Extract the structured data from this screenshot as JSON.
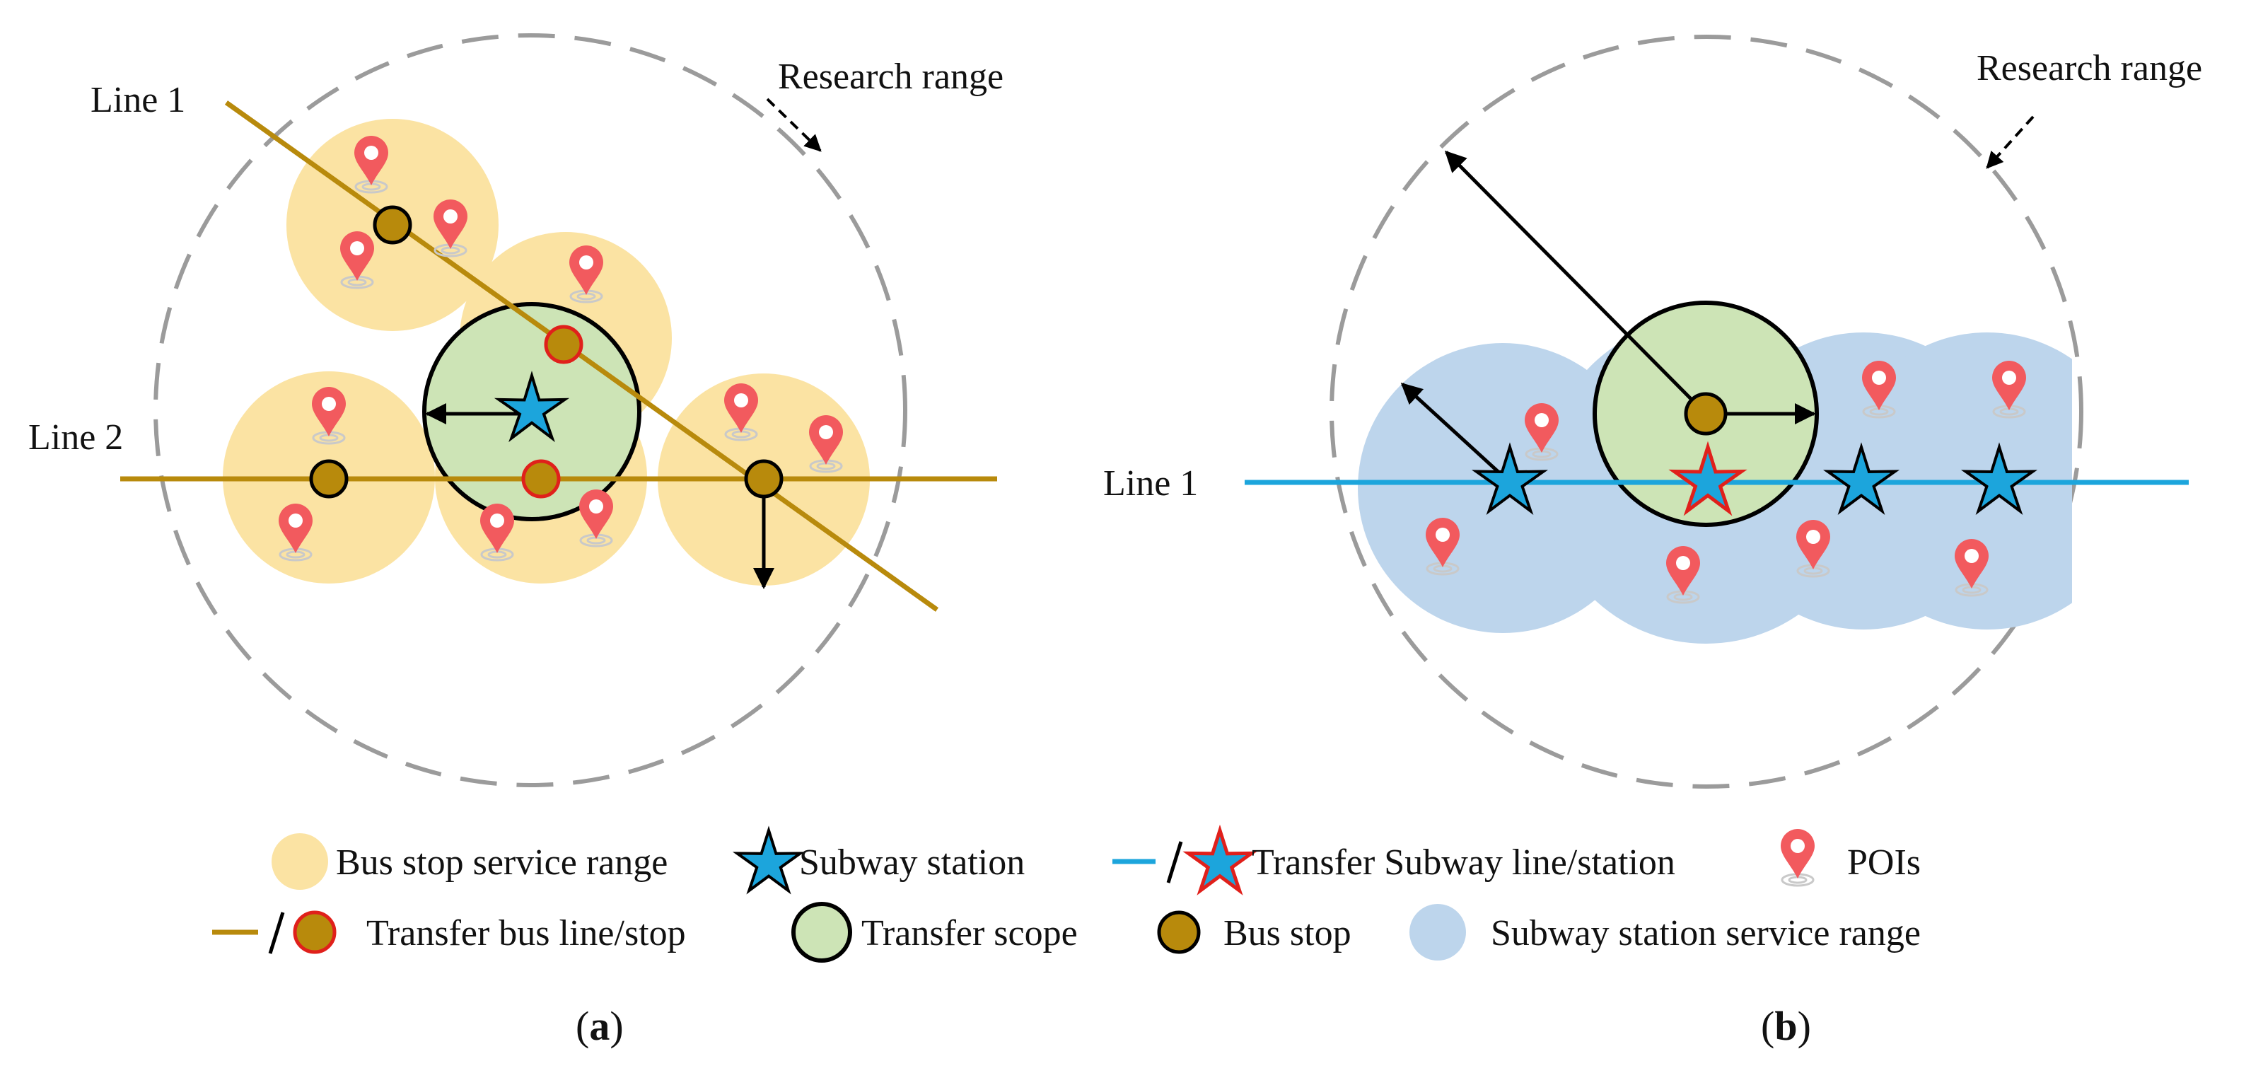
{
  "colors": {
    "bus_range": "#FBE3A3",
    "subway_range": "#BDD5EC",
    "transfer_scope": "#CDE4B6",
    "bus_line": "#B88A0C",
    "bus_stop": "#B88A0C",
    "subway_line": "#1CA5DC",
    "subway_star": "#1CA5DC",
    "transfer_outline": "#E0201B",
    "poi": "#F25A5E",
    "research_circle": "#9B9B9B"
  },
  "panel_a": {
    "research_label": "Research range",
    "line1_label": "Line 1",
    "line2_label": "Line 2",
    "caption_open": "(",
    "caption_letter": "a",
    "caption_close": ")"
  },
  "panel_b": {
    "research_label": "Research range",
    "line1_label": "Line 1",
    "caption_open": "(",
    "caption_letter": "b",
    "caption_close": ")"
  },
  "legend": {
    "bus_range": "Bus stop service range",
    "subway_station": "Subway station",
    "transfer_subway": "Transfer Subway line/station",
    "pois": "POIs",
    "transfer_bus": "Transfer bus line/stop",
    "transfer_scope": "Transfer scope",
    "bus_stop": "Bus stop",
    "subway_range": "Subway station service range"
  }
}
